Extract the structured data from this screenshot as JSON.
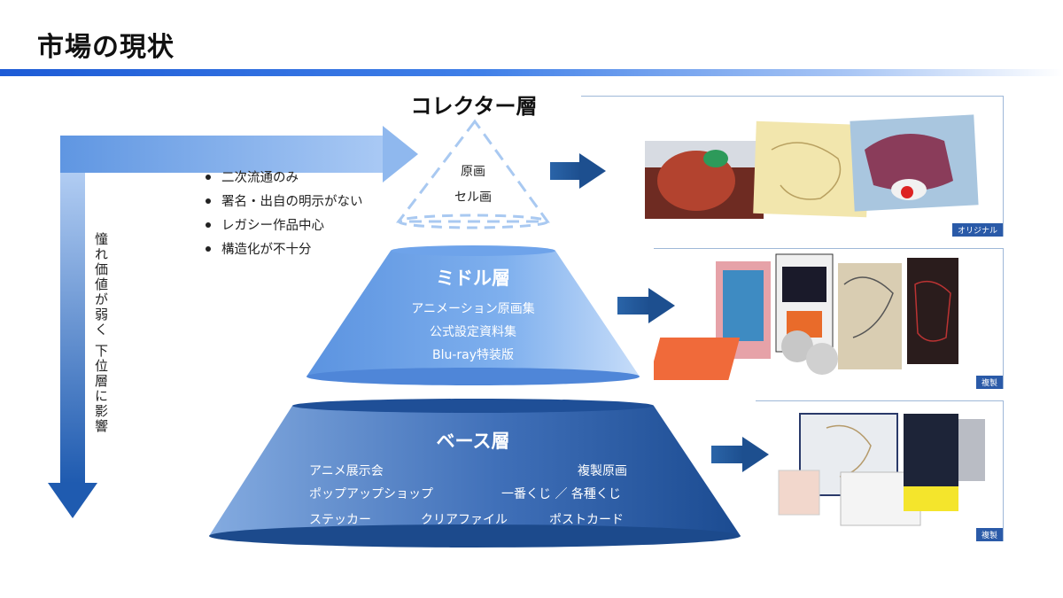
{
  "title": "市場の現状",
  "left_arrow_label": "憧れ価値が弱く 下位層に影響",
  "issues": [
    "二次流通のみ",
    "署名・出自の明示がない",
    "レガシー作品中心",
    "構造化が不十分"
  ],
  "tiers": {
    "collector": {
      "title": "コレクター層",
      "items": [
        "原画",
        "セル画"
      ],
      "badge": "オリジナル"
    },
    "middle": {
      "title": "ミドル層",
      "items": [
        "アニメーション原画集",
        "公式設定資料集",
        "Blu-ray特装版"
      ],
      "badge": "複製"
    },
    "base": {
      "title": "ベース層",
      "items": [
        "アニメ展示会",
        "複製原画",
        "ポップアップショップ",
        "一番くじ ／ 各種くじ",
        "ステッカー",
        "クリアファイル",
        "ポストカード"
      ],
      "badge": "複製"
    }
  },
  "colors": {
    "accent": "#1d5bd6",
    "arrow": "#1f5a99",
    "base_dark": "#1c4e94",
    "base_light": "#7fa7dd",
    "mid_light": "#bcd6f8",
    "mid_dark": "#5e95e0"
  }
}
